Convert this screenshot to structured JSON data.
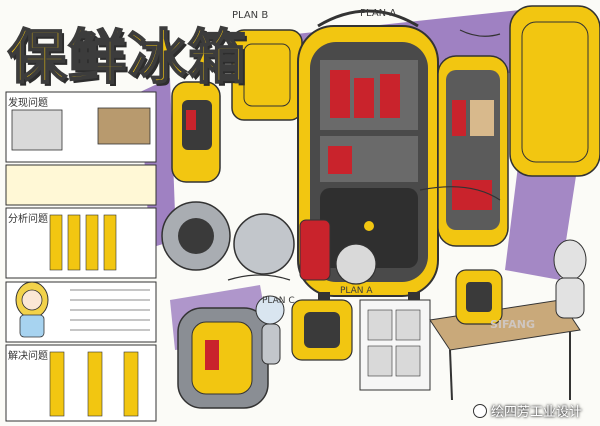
{
  "title": "保鲜冰箱",
  "plan_labels": {
    "plan_a_top": "PLAN A",
    "plan_b": "PLAN B",
    "plan_c": "PLAN C",
    "plan_a_mid": "PLAN A"
  },
  "section_labels": {
    "discover_problem": "发现问题",
    "analyze_problem": "分析问题",
    "solve_problem": "解决问题"
  },
  "brand_watermark": "SIFANG",
  "footer_watermark": "绘四芳工业设计",
  "colors": {
    "yellow": "#f2c611",
    "purple": "#8e6bb8",
    "dark": "#3a3a3a",
    "red": "#c9232c",
    "gray": "#9aa0a6"
  }
}
